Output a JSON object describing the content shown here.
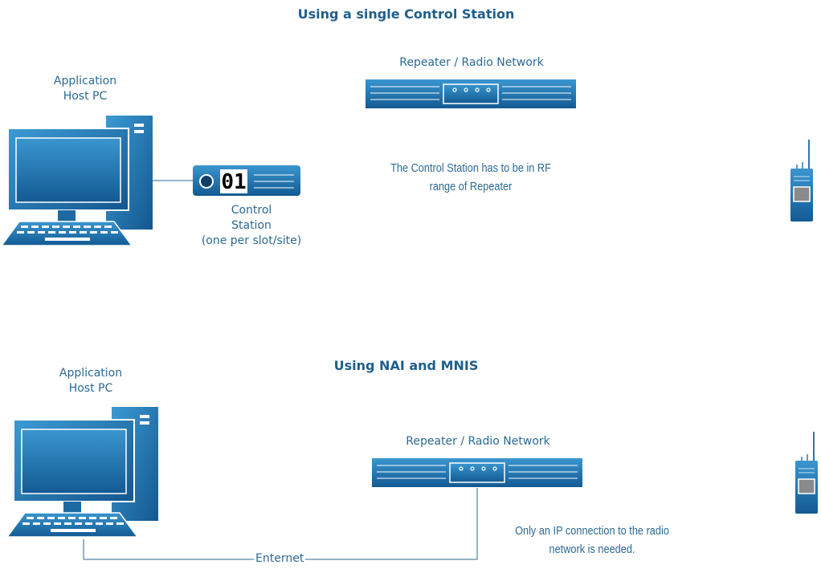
{
  "sections": {
    "top_title": "Using a single Control Station",
    "bottom_title": "Using NAI and MNIS"
  },
  "top": {
    "host_pc_label": [
      "Application",
      "Host PC"
    ],
    "repeater_label": "Repeater / Radio Network",
    "control_station_label": [
      "Control",
      "Station",
      "(one per slot/site)"
    ],
    "control_station_display": "01",
    "note": [
      "The Control Station has to be in RF",
      "range of Repeater"
    ]
  },
  "bottom": {
    "host_pc_label": [
      "Application",
      "Host PC"
    ],
    "repeater_label": "Repeater / Radio Network",
    "connection_label": "Enternet",
    "note": [
      "Only an IP connection to the radio",
      "network is needed."
    ]
  },
  "colors": {
    "device_blue_light": "#3a96cf",
    "device_blue_dark": "#135a93",
    "text_blue": "#1f5f8b",
    "line": "#2a6a94"
  },
  "icons": [
    "desktop-computer-icon",
    "repeater-icon",
    "control-station-icon",
    "handheld-radio-icon"
  ]
}
